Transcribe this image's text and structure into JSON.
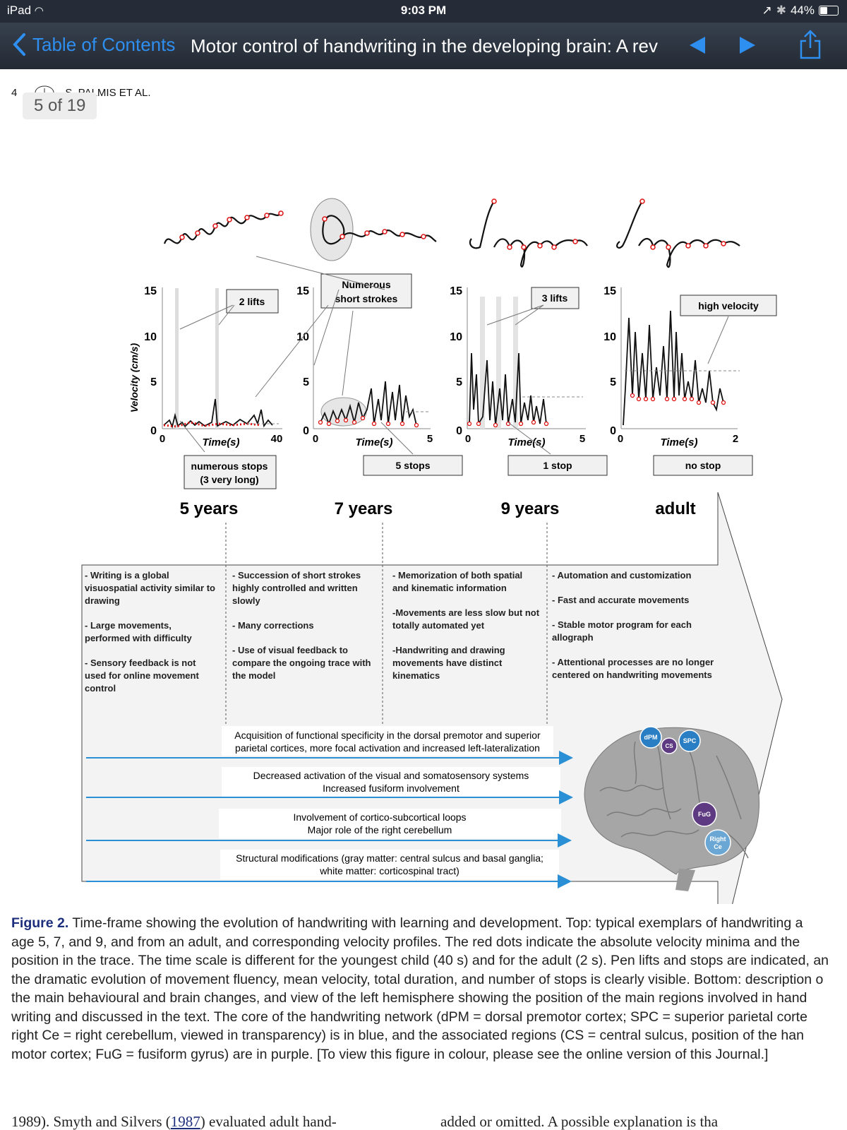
{
  "status": {
    "device": "iPad",
    "time": "9:03 PM",
    "battery": "44%"
  },
  "nav": {
    "back": "Table of Contents",
    "title": "Motor control of handwriting in the developing brain: A rev"
  },
  "header": {
    "page_num": "4",
    "authors": "S. PALMIS ET AL.",
    "page_indicator": "5 of 19"
  },
  "figure": {
    "panels": [
      {
        "ymax": "15",
        "y10": "10",
        "y5": "5",
        "y0": "0",
        "x0": "0",
        "xend": "40",
        "xlabel": "Time(s)",
        "top_note": "2 lifts",
        "bottom_note1": "numerous stops",
        "bottom_note2": "(3 very long)",
        "age": "5 years"
      },
      {
        "ymax": "15",
        "y10": "10",
        "y5": "5",
        "y0": "0",
        "x0": "0",
        "xend": "5",
        "xlabel": "Time(s)",
        "top_note1": "Numerous",
        "top_note2": "short strokes",
        "bottom_note": "5 stops",
        "age": "7 years"
      },
      {
        "ymax": "15",
        "y10": "10",
        "y5": "5",
        "y0": "0",
        "x0": "0",
        "xend": "5",
        "xlabel": "Time(s)",
        "top_note": "3 lifts",
        "bottom_note": "1 stop",
        "age": "9 years"
      },
      {
        "ymax": "15",
        "y10": "10",
        "y5": "5",
        "y0": "0",
        "x0": "0",
        "xend": "2",
        "xlabel": "Time(s)",
        "top_note": "high velocity",
        "bottom_note": "no stop",
        "age": "adult"
      }
    ],
    "ylabel": "Velocity (cm/s)",
    "columns": [
      [
        "- Writing is a global",
        "visuospatial activity similar to",
        "drawing",
        "",
        "- Large movements,",
        "performed with difficulty",
        "",
        "- Sensory feedback is not",
        "used for online movement",
        "control"
      ],
      [
        "- Succession of short strokes",
        "highly controlled and written",
        "slowly",
        "",
        "- Many corrections",
        "",
        "- Use of visual feedback to",
        "compare the ongoing trace with",
        "the model"
      ],
      [
        "- Memorization of both spatial",
        "and kinematic information",
        "",
        "-Movements are less slow but not",
        "totally automated yet",
        "",
        "-Handwriting and drawing",
        "movements have distinct",
        "kinematics"
      ],
      [
        "- Automation and customization",
        "",
        "- Fast and accurate movements",
        "",
        "- Stable motor program for each",
        "allograph",
        "",
        "- Attentional processes are no longer",
        "centered on handwriting movements"
      ]
    ],
    "arrows": [
      {
        "l1": "Acquisition of functional specificity in the dorsal premotor and superior",
        "l2": "parietal cortices, more focal activation and increased left-lateralization"
      },
      {
        "l1": "Decreased activation of the visual and somatosensory systems",
        "l2": "Increased fusiform involvement"
      },
      {
        "l1": "Involvement of cortico-subcortical loops",
        "l2": "Major role of the right cerebellum"
      },
      {
        "l1": "Structural modifications (gray matter: central sulcus and basal ganglia;",
        "l2": "white matter: corticospinal tract)"
      }
    ],
    "brain_labels": {
      "dpm": "dPM",
      "cs": "CS",
      "spc": "SPC",
      "fug": "FuG",
      "right1": "Right",
      "right2": "Ce"
    },
    "colors": {
      "core": "#2a7fc4",
      "associated": "#5d3a82",
      "arrow": "#2b8fd6"
    }
  },
  "caption": {
    "label": "Figure 2.",
    "lines": [
      " Time-frame showing the evolution of handwriting with learning and development. Top: typical exemplars of handwriting a",
      "age 5, 7, and 9, and from an adult, and corresponding velocity profiles. The red dots indicate the absolute velocity minima and the",
      "position in the trace. The time scale is different for the youngest child (40 s) and for the adult (2 s). Pen lifts and stops are indicated, an",
      "the dramatic evolution of movement fluency, mean velocity, total duration, and number of stops is clearly visible. Bottom: description o",
      "the main behavioural and brain changes, and view of the left hemisphere showing the position of the main regions involved in hand",
      "writing and discussed in the text. The core of the handwriting network (dPM = dorsal premotor cortex; SPC = superior parietal corte",
      "right Ce = right cerebellum, viewed in transparency) is in blue, and the associated regions (CS = central sulcus, position of the han",
      "motor cortex; FuG = fusiform gyrus) are in purple. [To view this figure in colour, please see the online version of this Journal.]"
    ]
  },
  "body": {
    "left_pre": "1989). Smyth and Silvers (",
    "left_link": "1987",
    "left_post": ") evaluated adult hand-",
    "right": "added or omitted. A possible explanation is tha"
  }
}
